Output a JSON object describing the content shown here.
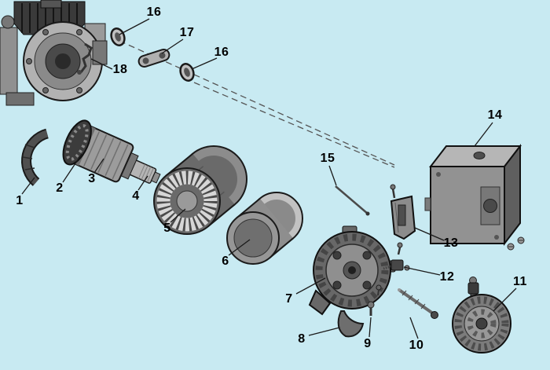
{
  "diagram": {
    "title": "exploded parts diagram",
    "background_color": "#c8eaf2",
    "line_color": "#1a1a1a"
  },
  "callouts": [
    {
      "label": "16"
    },
    {
      "label": "17"
    },
    {
      "label": "16"
    },
    {
      "label": "18"
    },
    {
      "label": "14"
    },
    {
      "label": "15"
    },
    {
      "label": "1"
    },
    {
      "label": "2"
    },
    {
      "label": "3"
    },
    {
      "label": "4"
    },
    {
      "label": "5"
    },
    {
      "label": "6"
    },
    {
      "label": "13"
    },
    {
      "label": "12"
    },
    {
      "label": "7"
    },
    {
      "label": "11"
    },
    {
      "label": "8"
    },
    {
      "label": "9"
    },
    {
      "label": "10"
    }
  ]
}
